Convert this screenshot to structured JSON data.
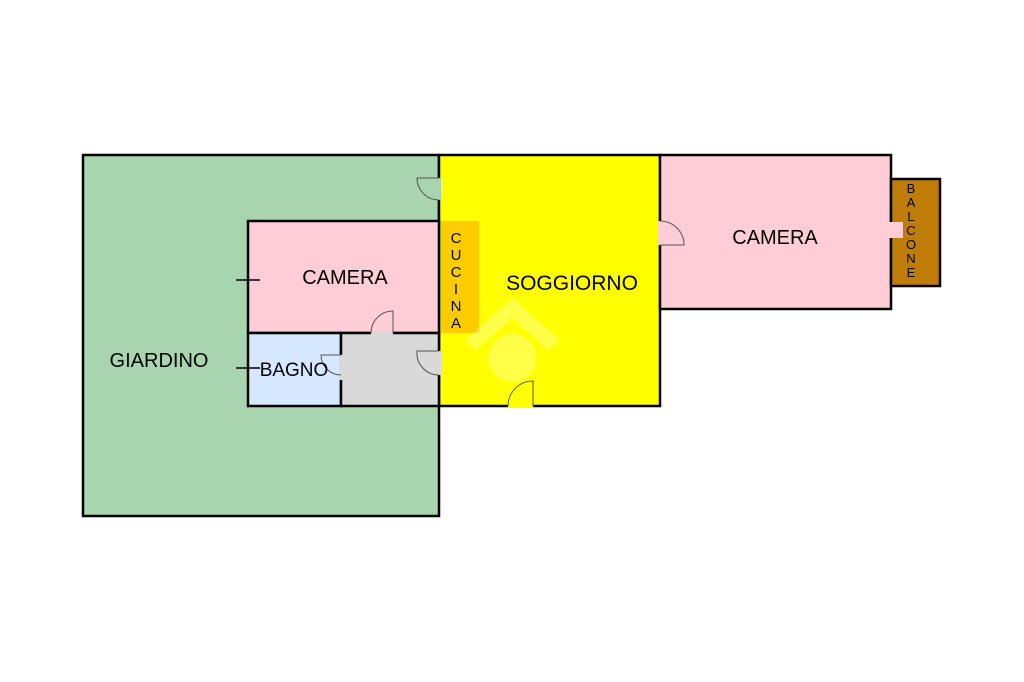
{
  "rooms": {
    "giardino": "GIARDINO",
    "camera_left": "CAMERA",
    "bagno": "BAGNO",
    "cucina": [
      "C",
      "U",
      "C",
      "I",
      "N",
      "A"
    ],
    "soggiorno": "SOGGIORNO",
    "camera_right": "CAMERA",
    "balcone": [
      "B",
      "A",
      "L",
      "C",
      "O",
      "N",
      "E"
    ]
  },
  "colors": {
    "giardino": "#a8d5b0",
    "camera": "#ffcdd6",
    "bagno": "#d5e8ff",
    "corridoio": "#d9d9d9",
    "soggiorno": "#ffff00",
    "cucina": "#ffcc00",
    "balcone": "#bf7c06"
  }
}
